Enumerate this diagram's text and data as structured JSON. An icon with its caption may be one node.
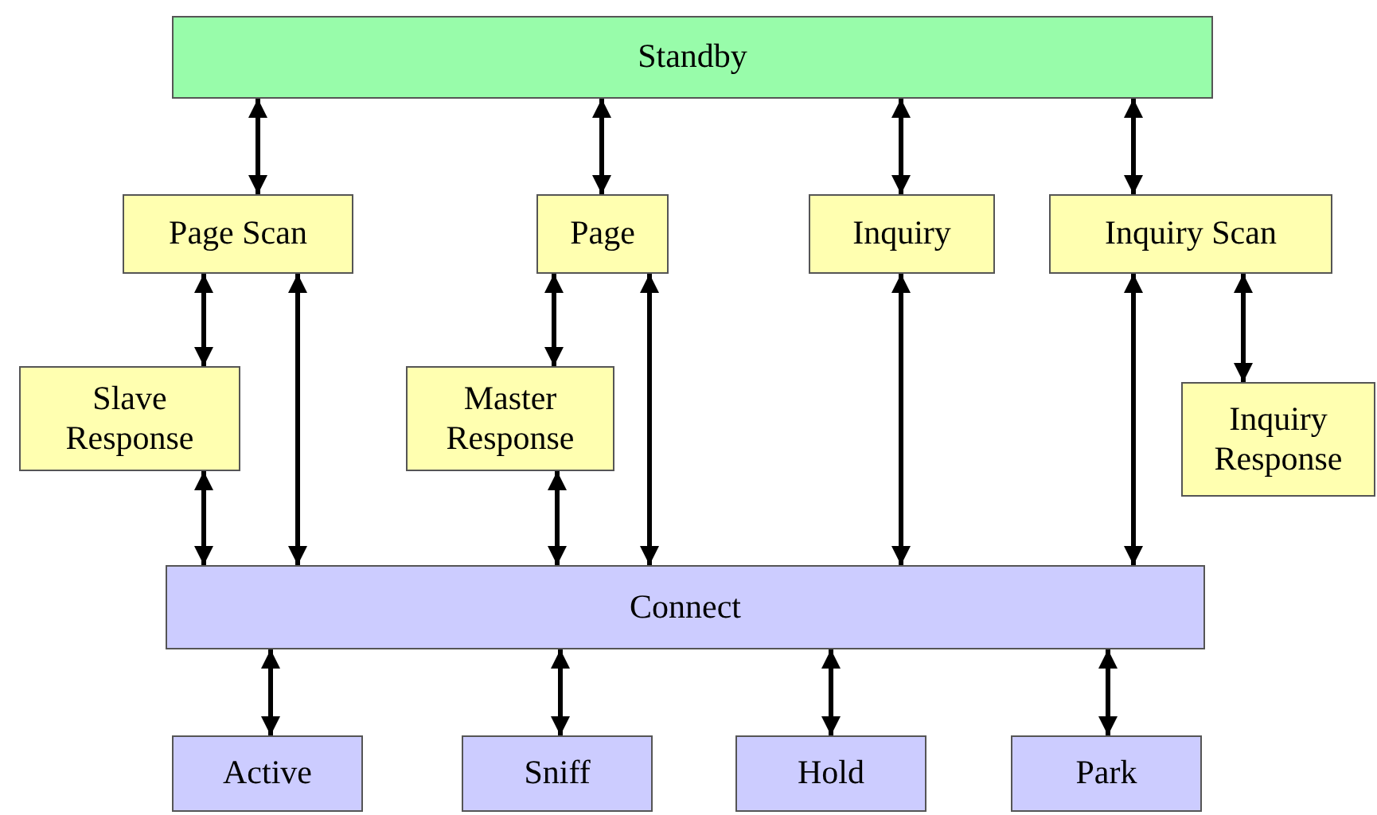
{
  "diagram": {
    "nodes": [
      {
        "text": [
          "Standby"
        ]
      },
      {
        "text": [
          "Page Scan"
        ]
      },
      {
        "text": [
          "Page"
        ]
      },
      {
        "text": [
          "Inquiry"
        ]
      },
      {
        "text": [
          "Inquiry Scan"
        ]
      },
      {
        "text": [
          "Slave Response"
        ]
      },
      {
        "text": [
          "Master Response"
        ]
      },
      {
        "text": [
          "Inquiry Response"
        ]
      },
      {
        "text": [
          "Connect"
        ]
      },
      {
        "text": [
          "Active"
        ]
      },
      {
        "text": [
          "Sniff"
        ]
      },
      {
        "text": [
          "Hold"
        ]
      },
      {
        "text": [
          "Park"
        ]
      }
    ],
    "edges": [
      {
        "from": 0,
        "to": 1,
        "arrow": "both"
      },
      {
        "from": 0,
        "to": 2,
        "arrow": "both"
      },
      {
        "from": 0,
        "to": 3,
        "arrow": "both"
      },
      {
        "from": 0,
        "to": 4,
        "arrow": "both"
      },
      {
        "from": 1,
        "to": 5,
        "arrow": "both"
      },
      {
        "from": 1,
        "to": 8,
        "arrow": "both"
      },
      {
        "from": 2,
        "to": 6,
        "arrow": "both"
      },
      {
        "from": 2,
        "to": 8,
        "arrow": "both"
      },
      {
        "from": 3,
        "to": 8,
        "arrow": "both"
      },
      {
        "from": 4,
        "to": 7,
        "arrow": "both"
      },
      {
        "from": 4,
        "to": 8,
        "arrow": "both"
      },
      {
        "from": 5,
        "to": 8,
        "arrow": "both"
      },
      {
        "from": 6,
        "to": 8,
        "arrow": "both"
      },
      {
        "from": 8,
        "to": 9,
        "arrow": "both"
      },
      {
        "from": 8,
        "to": 10,
        "arrow": "both"
      },
      {
        "from": 8,
        "to": 11,
        "arrow": "both"
      },
      {
        "from": 8,
        "to": 12,
        "arrow": "both"
      }
    ]
  }
}
